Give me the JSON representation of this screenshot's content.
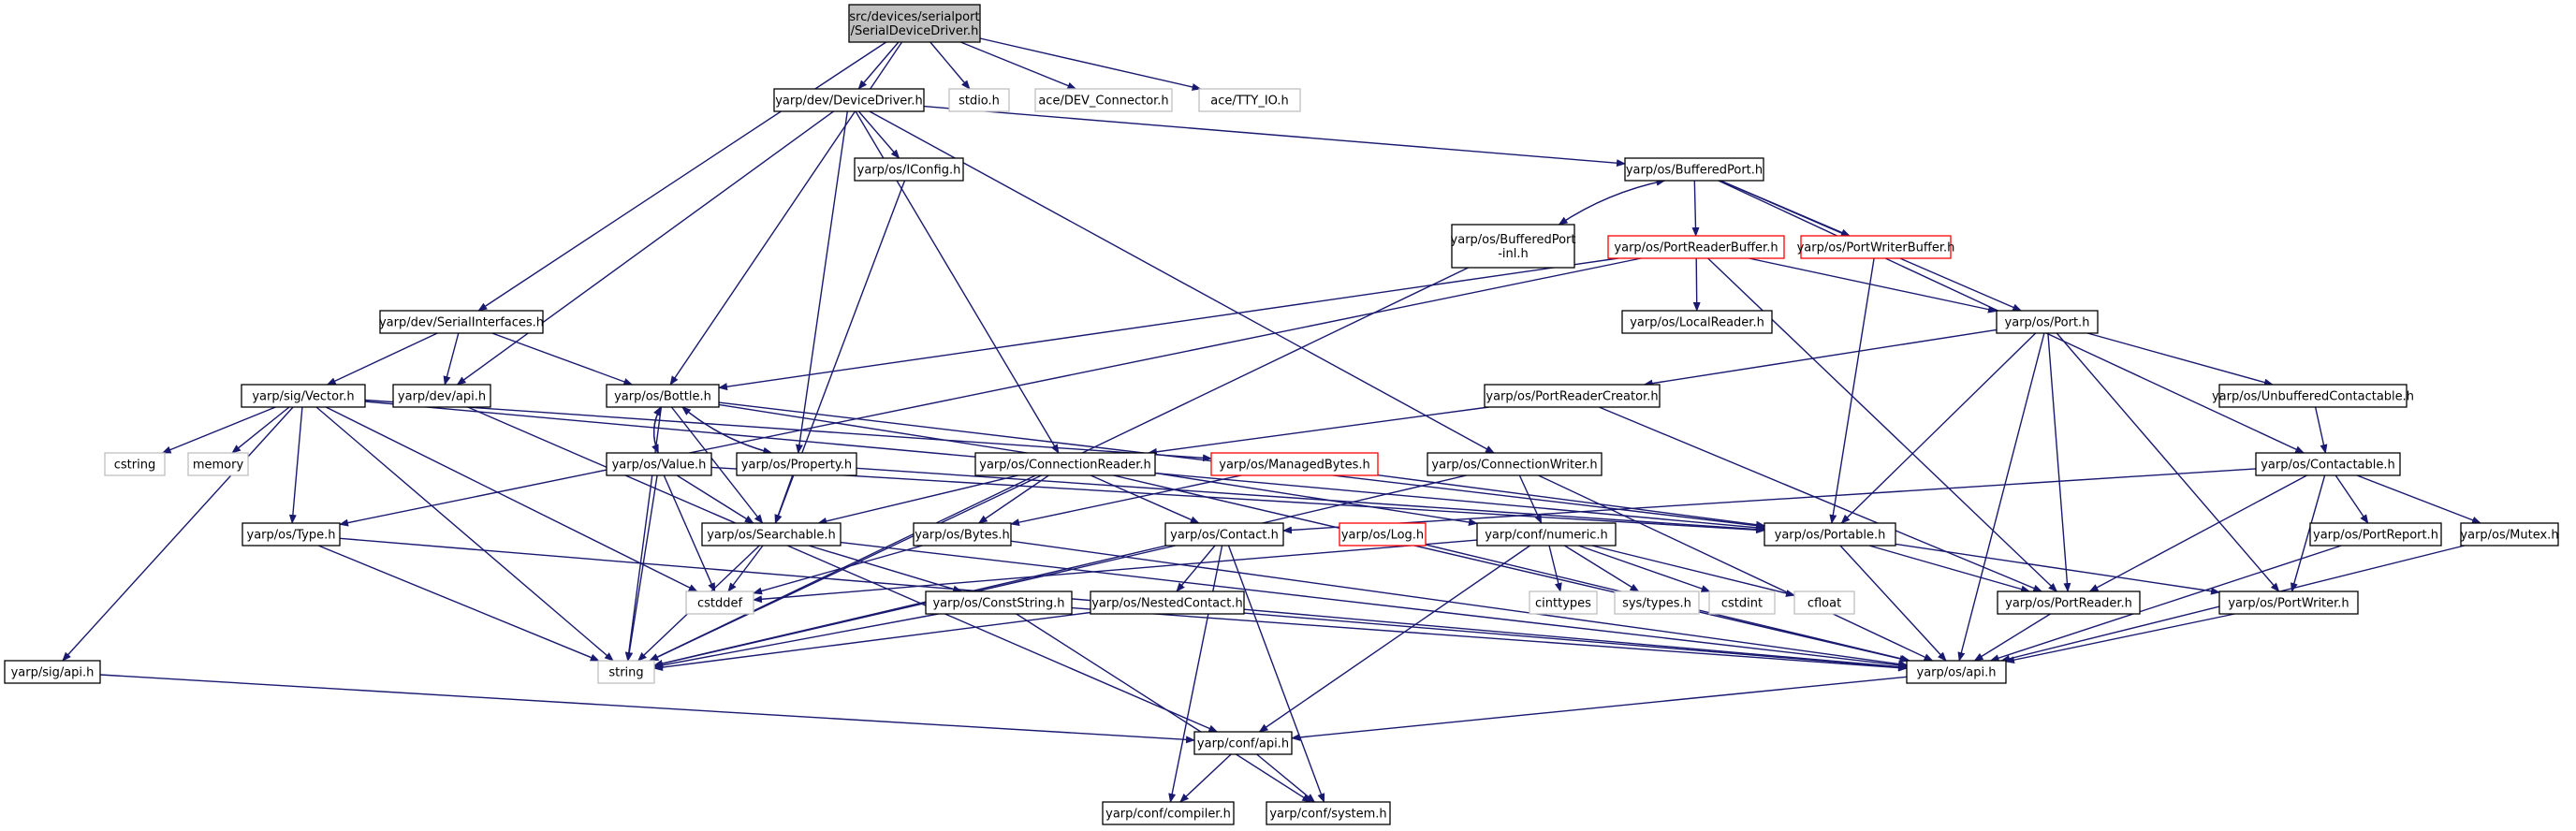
{
  "graph": {
    "colors": {
      "edge": "#191970",
      "border_normal": "#000000",
      "border_external": "#bfbfbf",
      "border_truncated": "#ff0000",
      "fill_normal": "#ffffff",
      "fill_root": "#bfbfbf",
      "text": "#000000"
    },
    "nodes": [
      {
        "id": "root",
        "lines": [
          "src/devices/serialport",
          "/SerialDeviceDriver.h"
        ],
        "style": "root"
      },
      {
        "id": "devdriver",
        "lines": [
          "yarp/dev/DeviceDriver.h"
        ],
        "style": "normal"
      },
      {
        "id": "stdio",
        "lines": [
          "stdio.h"
        ],
        "style": "external"
      },
      {
        "id": "devconn",
        "lines": [
          "ace/DEV_Connector.h"
        ],
        "style": "external"
      },
      {
        "id": "ttyio",
        "lines": [
          "ace/TTY_IO.h"
        ],
        "style": "external"
      },
      {
        "id": "iconfig",
        "lines": [
          "yarp/os/IConfig.h"
        ],
        "style": "normal"
      },
      {
        "id": "bufport",
        "lines": [
          "yarp/os/BufferedPort.h"
        ],
        "style": "normal"
      },
      {
        "id": "bufportinl",
        "lines": [
          "yarp/os/BufferedPort",
          "-inl.h"
        ],
        "style": "normal"
      },
      {
        "id": "prbuf",
        "lines": [
          "yarp/os/PortReaderBuffer.h"
        ],
        "style": "truncated"
      },
      {
        "id": "pwbuf",
        "lines": [
          "yarp/os/PortWriterBuffer.h"
        ],
        "style": "truncated"
      },
      {
        "id": "localreader",
        "lines": [
          "yarp/os/LocalReader.h"
        ],
        "style": "normal"
      },
      {
        "id": "port",
        "lines": [
          "yarp/os/Port.h"
        ],
        "style": "normal"
      },
      {
        "id": "serialif",
        "lines": [
          "yarp/dev/SerialInterfaces.h"
        ],
        "style": "normal"
      },
      {
        "id": "vector",
        "lines": [
          "yarp/sig/Vector.h"
        ],
        "style": "normal"
      },
      {
        "id": "devapi",
        "lines": [
          "yarp/dev/api.h"
        ],
        "style": "normal"
      },
      {
        "id": "bottle",
        "lines": [
          "yarp/os/Bottle.h"
        ],
        "style": "normal"
      },
      {
        "id": "prcreator",
        "lines": [
          "yarp/os/PortReaderCreator.h"
        ],
        "style": "normal"
      },
      {
        "id": "unbuffered",
        "lines": [
          "yarp/os/UnbufferedContactable.h"
        ],
        "style": "normal"
      },
      {
        "id": "cstring",
        "lines": [
          "cstring"
        ],
        "style": "external"
      },
      {
        "id": "memory",
        "lines": [
          "memory"
        ],
        "style": "external"
      },
      {
        "id": "value",
        "lines": [
          "yarp/os/Value.h"
        ],
        "style": "normal"
      },
      {
        "id": "property",
        "lines": [
          "yarp/os/Property.h"
        ],
        "style": "normal"
      },
      {
        "id": "connreader",
        "lines": [
          "yarp/os/ConnectionReader.h"
        ],
        "style": "normal"
      },
      {
        "id": "managedbytes",
        "lines": [
          "yarp/os/ManagedBytes.h"
        ],
        "style": "truncated"
      },
      {
        "id": "connwriter",
        "lines": [
          "yarp/os/ConnectionWriter.h"
        ],
        "style": "normal"
      },
      {
        "id": "contactable",
        "lines": [
          "yarp/os/Contactable.h"
        ],
        "style": "normal"
      },
      {
        "id": "type",
        "lines": [
          "yarp/os/Type.h"
        ],
        "style": "normal"
      },
      {
        "id": "searchable",
        "lines": [
          "yarp/os/Searchable.h"
        ],
        "style": "normal"
      },
      {
        "id": "bytes",
        "lines": [
          "yarp/os/Bytes.h"
        ],
        "style": "normal"
      },
      {
        "id": "contact",
        "lines": [
          "yarp/os/Contact.h"
        ],
        "style": "normal"
      },
      {
        "id": "log",
        "lines": [
          "yarp/os/Log.h"
        ],
        "style": "truncated"
      },
      {
        "id": "numeric",
        "lines": [
          "yarp/conf/numeric.h"
        ],
        "style": "normal"
      },
      {
        "id": "portable",
        "lines": [
          "yarp/os/Portable.h"
        ],
        "style": "normal"
      },
      {
        "id": "portreport",
        "lines": [
          "yarp/os/PortReport.h"
        ],
        "style": "normal"
      },
      {
        "id": "mutex",
        "lines": [
          "yarp/os/Mutex.h"
        ],
        "style": "normal"
      },
      {
        "id": "cstddef",
        "lines": [
          "cstddef"
        ],
        "style": "external"
      },
      {
        "id": "cinttypes",
        "lines": [
          "cinttypes"
        ],
        "style": "external"
      },
      {
        "id": "systypes",
        "lines": [
          "sys/types.h"
        ],
        "style": "external"
      },
      {
        "id": "cstdint",
        "lines": [
          "cstdint"
        ],
        "style": "external"
      },
      {
        "id": "cfloat",
        "lines": [
          "cfloat"
        ],
        "style": "external"
      },
      {
        "id": "conststring",
        "lines": [
          "yarp/os/ConstString.h"
        ],
        "style": "normal"
      },
      {
        "id": "nestedcontact",
        "lines": [
          "yarp/os/NestedContact.h"
        ],
        "style": "normal"
      },
      {
        "id": "portreader",
        "lines": [
          "yarp/os/PortReader.h"
        ],
        "style": "normal"
      },
      {
        "id": "portwriter",
        "lines": [
          "yarp/os/PortWriter.h"
        ],
        "style": "normal"
      },
      {
        "id": "sigapi",
        "lines": [
          "yarp/sig/api.h"
        ],
        "style": "normal"
      },
      {
        "id": "string",
        "lines": [
          "string"
        ],
        "style": "external"
      },
      {
        "id": "osapi",
        "lines": [
          "yarp/os/api.h"
        ],
        "style": "normal"
      },
      {
        "id": "confapi",
        "lines": [
          "yarp/conf/api.h"
        ],
        "style": "normal"
      },
      {
        "id": "compiler",
        "lines": [
          "yarp/conf/compiler.h"
        ],
        "style": "normal"
      },
      {
        "id": "system",
        "lines": [
          "yarp/conf/system.h"
        ],
        "style": "normal"
      }
    ],
    "edges": [
      [
        "root",
        "devdriver"
      ],
      [
        "root",
        "stdio"
      ],
      [
        "root",
        "devconn"
      ],
      [
        "root",
        "ttyio"
      ],
      [
        "root",
        "serialif"
      ],
      [
        "root",
        "bottle"
      ],
      [
        "devdriver",
        "iconfig"
      ],
      [
        "devdriver",
        "bufport"
      ],
      [
        "devdriver",
        "devapi"
      ],
      [
        "devdriver",
        "property"
      ],
      [
        "devdriver",
        "connreader"
      ],
      [
        "devdriver",
        "connwriter"
      ],
      [
        "iconfig",
        "searchable"
      ],
      [
        "bufport",
        "bufportinl"
      ],
      [
        "bufport",
        "prbuf"
      ],
      [
        "bufport",
        "pwbuf"
      ],
      [
        "bufport",
        "port"
      ],
      [
        "bufport",
        "contactable"
      ],
      [
        "bufportinl",
        "bufport"
      ],
      [
        "bufportinl",
        "string"
      ],
      [
        "prbuf",
        "localreader"
      ],
      [
        "prbuf",
        "port"
      ],
      [
        "prbuf",
        "bottle"
      ],
      [
        "prbuf",
        "type"
      ],
      [
        "prbuf",
        "portreader"
      ],
      [
        "pwbuf",
        "portable"
      ],
      [
        "port",
        "prcreator"
      ],
      [
        "port",
        "unbuffered"
      ],
      [
        "port",
        "portable"
      ],
      [
        "port",
        "portreader"
      ],
      [
        "port",
        "portwriter"
      ],
      [
        "port",
        "osapi"
      ],
      [
        "serialif",
        "vector"
      ],
      [
        "serialif",
        "devapi"
      ],
      [
        "serialif",
        "bottle"
      ],
      [
        "vector",
        "cstring"
      ],
      [
        "vector",
        "memory"
      ],
      [
        "vector",
        "type"
      ],
      [
        "vector",
        "cstddef"
      ],
      [
        "vector",
        "sigapi"
      ],
      [
        "vector",
        "string"
      ],
      [
        "vector",
        "managedbytes"
      ],
      [
        "vector",
        "portable"
      ],
      [
        "devapi",
        "confapi"
      ],
      [
        "bottle",
        "value"
      ],
      [
        "bottle",
        "property"
      ],
      [
        "bottle",
        "searchable"
      ],
      [
        "bottle",
        "string"
      ],
      [
        "bottle",
        "portable"
      ],
      [
        "bottle",
        "numeric"
      ],
      [
        "prcreator",
        "connreader"
      ],
      [
        "prcreator",
        "portreader"
      ],
      [
        "unbuffered",
        "contactable"
      ],
      [
        "value",
        "bottle"
      ],
      [
        "value",
        "searchable"
      ],
      [
        "value",
        "cstddef"
      ],
      [
        "value",
        "string"
      ],
      [
        "value",
        "portable"
      ],
      [
        "property",
        "bottle"
      ],
      [
        "property",
        "searchable"
      ],
      [
        "property",
        "portable"
      ],
      [
        "connreader",
        "searchable"
      ],
      [
        "connreader",
        "bytes"
      ],
      [
        "connreader",
        "contact"
      ],
      [
        "connreader",
        "string"
      ],
      [
        "connreader",
        "osapi"
      ],
      [
        "managedbytes",
        "bytes"
      ],
      [
        "managedbytes",
        "portable"
      ],
      [
        "connwriter",
        "numeric"
      ],
      [
        "connwriter",
        "osapi"
      ],
      [
        "connwriter",
        "string"
      ],
      [
        "contactable",
        "contact"
      ],
      [
        "contactable",
        "portreport"
      ],
      [
        "contactable",
        "mutex"
      ],
      [
        "contactable",
        "portreader"
      ],
      [
        "contactable",
        "portwriter"
      ],
      [
        "type",
        "string"
      ],
      [
        "type",
        "osapi"
      ],
      [
        "searchable",
        "cstddef"
      ],
      [
        "searchable",
        "string"
      ],
      [
        "searchable",
        "conststring"
      ],
      [
        "searchable",
        "osapi"
      ],
      [
        "bytes",
        "cstddef"
      ],
      [
        "bytes",
        "osapi"
      ],
      [
        "contact",
        "nestedcontact"
      ],
      [
        "contact",
        "string"
      ],
      [
        "contact",
        "compiler"
      ],
      [
        "contact",
        "system"
      ],
      [
        "log",
        "osapi"
      ],
      [
        "numeric",
        "cinttypes"
      ],
      [
        "numeric",
        "systypes"
      ],
      [
        "numeric",
        "cstdint"
      ],
      [
        "numeric",
        "cfloat"
      ],
      [
        "numeric",
        "cstddef"
      ],
      [
        "numeric",
        "confapi"
      ],
      [
        "portable",
        "portreader"
      ],
      [
        "portable",
        "portwriter"
      ],
      [
        "portable",
        "osapi"
      ],
      [
        "portreport",
        "osapi"
      ],
      [
        "mutex",
        "osapi"
      ],
      [
        "conststring",
        "string"
      ],
      [
        "conststring",
        "osapi"
      ],
      [
        "conststring",
        "system"
      ],
      [
        "nestedcontact",
        "string"
      ],
      [
        "nestedcontact",
        "osapi"
      ],
      [
        "portreader",
        "osapi"
      ],
      [
        "portwriter",
        "osapi"
      ],
      [
        "sigapi",
        "confapi"
      ],
      [
        "osapi",
        "confapi"
      ],
      [
        "confapi",
        "compiler"
      ],
      [
        "confapi",
        "system"
      ]
    ]
  }
}
